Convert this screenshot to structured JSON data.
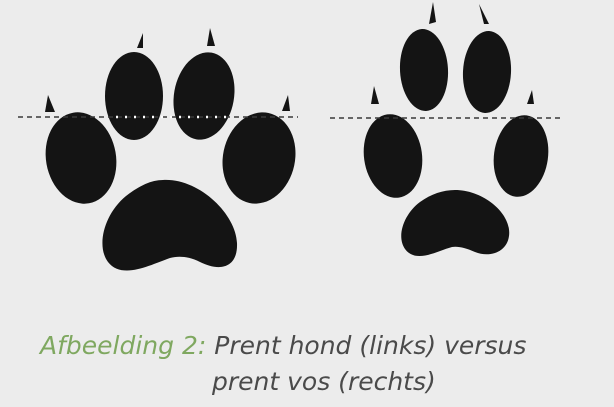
{
  "caption": {
    "label": "Afbeelding 2:",
    "line1_text": " Prent hond (links) versus",
    "line2_text": "prent vos (rechts)"
  },
  "colors": {
    "background": "#ececec",
    "pad": "#141414",
    "caption_label": "#7fa860",
    "caption_text": "#4a4a4a"
  }
}
